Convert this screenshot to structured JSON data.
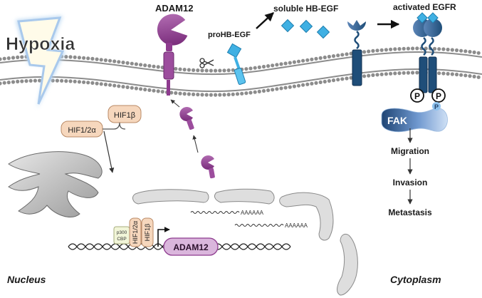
{
  "title": "",
  "stimulus": {
    "label": "Hypoxia",
    "icon": "lightning-bolt-icon"
  },
  "membrane_proteins": {
    "adam12": "ADAM12",
    "prohbegf": "proHB-EGF",
    "soluble": "soluble HB-EGF",
    "activated": "activated EGFR",
    "scissors_icon": "scissors-icon"
  },
  "hif": {
    "alpha": "HIF1/2α",
    "beta": "HIF1β",
    "alpha_bound": "HIF1/2α",
    "beta_bound": "HIF1β",
    "coactivator_1": "p300",
    "coactivator_2": "CBP"
  },
  "gene": {
    "label": "ADAM12",
    "mrna_1": "AAAAAA",
    "mrna_2": "AAAAAA"
  },
  "phospho": {
    "p1": "P",
    "p2": "P",
    "p3": "P"
  },
  "fak": {
    "label": "FAK"
  },
  "pathway": [
    "Migration",
    "Invasion",
    "Metastasis"
  ],
  "regions": {
    "nucleus": "Nucleus",
    "cytoplasm": "Cytoplasm"
  },
  "colors": {
    "membrane_head": "#8c8c8c",
    "adam12": "#8e3b8f",
    "hbegf": "#3fb0e3",
    "egfr": "#1f4e79",
    "hif_box": "#f6d7bd",
    "fak": "#2e5f99",
    "hypoxia_glow": "#b9d7f2"
  }
}
